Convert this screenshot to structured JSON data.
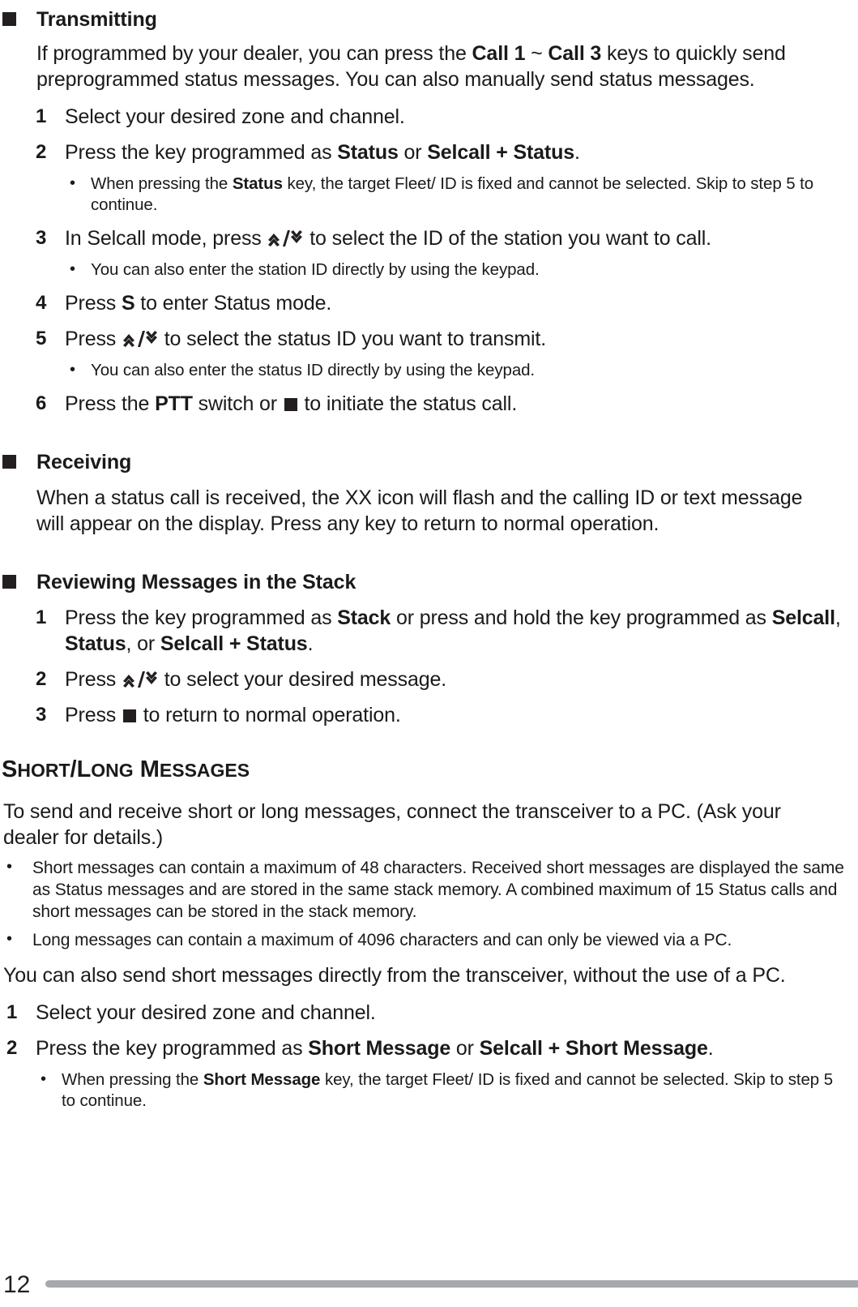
{
  "page": {
    "number": "12",
    "marker_color": "#231f20",
    "rule_color": "#a6a8ab"
  },
  "sections": {
    "transmitting": {
      "heading": "Transmitting",
      "intro": "If programmed by your dealer, you can press the ",
      "intro_bold_1": "Call 1",
      "intro_mid": " ~ ",
      "intro_bold_2": "Call 3",
      "intro_tail": " keys to quickly send preprogrammed status messages.  You can also manually send status messages.",
      "steps": [
        {
          "num": "1",
          "text": "Select your desired zone and channel."
        },
        {
          "num": "2",
          "pre": "Press the key programmed as ",
          "bold_1": "Status",
          "mid": " or ",
          "bold_2": "Selcall + Status",
          "tail": "."
        },
        {
          "num": "3",
          "pre": "In Selcall mode, press ",
          "glyph": "updown-chevron-icon",
          "tail": " to select the ID of the station you want to call."
        },
        {
          "num": "4",
          "pre": "Press ",
          "bold_1": "S",
          "tail": " to enter Status mode."
        },
        {
          "num": "5",
          "pre": "Press ",
          "glyph": "updown-chevron-icon",
          "tail": " to select the status ID you want to transmit."
        },
        {
          "num": "6",
          "pre": "Press the ",
          "bold_1": "PTT",
          "mid": " switch or ",
          "glyph": "filled-square-icon",
          "tail": " to initiate the status call."
        }
      ],
      "sub_bullets": {
        "after_step_2": {
          "pre": "When pressing the ",
          "bold_1": "Status",
          "tail": " key, the target Fleet/ ID is fixed and cannot be selected.  Skip to step 5 to continue."
        },
        "after_step_3": "You can also enter the station ID directly by using the keypad.",
        "after_step_5": "You can also enter the status ID directly by using the keypad."
      }
    },
    "receiving": {
      "heading": "Receiving",
      "body": "When a status call is received, the XX icon will flash and the calling ID or text message will appear on the display.  Press any key to return to normal operation."
    },
    "reviewing": {
      "heading": "Reviewing Messages in the Stack",
      "steps": [
        {
          "num": "1",
          "pre": "Press the key programmed as ",
          "bold_1": "Stack",
          "mid": " or press and hold the key programmed as ",
          "bold_2": "Selcall",
          "mid2": ", ",
          "bold_3": "Status",
          "mid3": ", or ",
          "bold_4": "Selcall + Status",
          "tail": "."
        },
        {
          "num": "2",
          "pre": "Press ",
          "glyph": "updown-chevron-icon",
          "tail": " to select your desired message."
        },
        {
          "num": "3",
          "pre": "Press ",
          "glyph": "filled-square-icon",
          "tail": " to return to normal operation."
        }
      ]
    },
    "short_long": {
      "heading_parts": [
        {
          "text": "S",
          "style": "cap"
        },
        {
          "text": "HORT",
          "style": "sml"
        },
        {
          "text": "/L",
          "style": "cap"
        },
        {
          "text": "ONG",
          "style": "sml"
        },
        {
          "text": " M",
          "style": "cap"
        },
        {
          "text": "ESSAGES",
          "style": "sml"
        }
      ],
      "heading_plain": "SHORT/LONG MESSAGES",
      "intro": "To send and receive short or long messages, connect the transceiver to a PC.  (Ask your dealer for details.)",
      "bullets": [
        "Short messages can contain a maximum of 48 characters.  Received short messages are displayed the same as Status messages and are stored in the same stack memory.  A combined maximum of 15 Status calls and short messages can be stored in the stack memory.",
        "Long messages can contain a maximum of 4096 characters and can only be viewed via a PC."
      ],
      "para_2": "You can also send short messages directly from the transceiver, without the use of a PC.",
      "steps": [
        {
          "num": "1",
          "text": "Select your desired zone and channel."
        },
        {
          "num": "2",
          "pre": "Press the key programmed as ",
          "bold_1": "Short Message",
          "mid": " or ",
          "bold_2": "Selcall + Short Message",
          "tail": "."
        }
      ],
      "sub_bullet": {
        "pre": "When pressing the ",
        "bold_1": "Short Message",
        "tail": " key, the target Fleet/ ID is fixed and cannot be selected.  Skip to step 5 to continue."
      }
    }
  }
}
